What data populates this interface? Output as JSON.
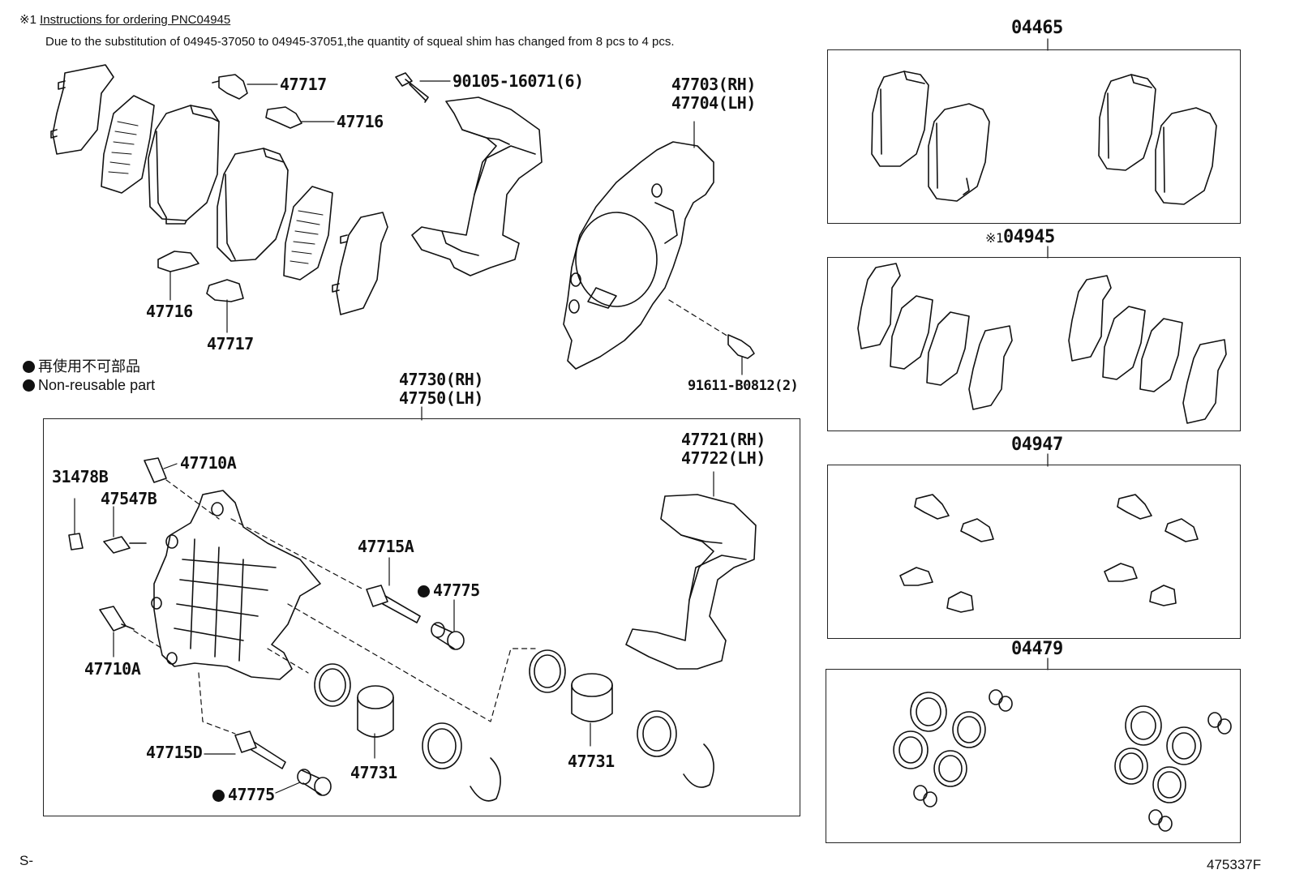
{
  "note": {
    "mark": "※1",
    "title": "Instructions for ordering PNC04945",
    "text": "Due to the substitution of 04945-37050 to 04945-37051,the quantity of squeal shim has changed from 8 pcs to 4 pcs."
  },
  "legend": {
    "jp": "再使用不可部品",
    "en": "Non-reusable part"
  },
  "labels": {
    "p47717_top": "47717",
    "p47716_top": "47716",
    "p90105": "90105-16071(6)",
    "p47703": "47703(RH)",
    "p47704": "47704(LH)",
    "p47716_bot": "47716",
    "p47717_bot": "47717",
    "p91611": "91611-B0812(2)",
    "p47730": "47730(RH)",
    "p47750": "47750(LH)",
    "p47710A_top": "47710A",
    "p31478B": "31478B",
    "p47547B": "47547B",
    "p47715A": "47715A",
    "p47775_top": "47775",
    "p47710A_bot": "47710A",
    "p47715D": "47715D",
    "p47775_bot": "47775",
    "p47731_left": "47731",
    "p47731_right": "47731",
    "p47721": "47721(RH)",
    "p47722": "47722(LH)"
  },
  "kits": {
    "k04465": "04465",
    "k04945_mark": "※1",
    "k04945": "04945",
    "k04947": "04947",
    "k04479": "04479"
  },
  "footer": {
    "left": "S-",
    "right": "475337F"
  }
}
